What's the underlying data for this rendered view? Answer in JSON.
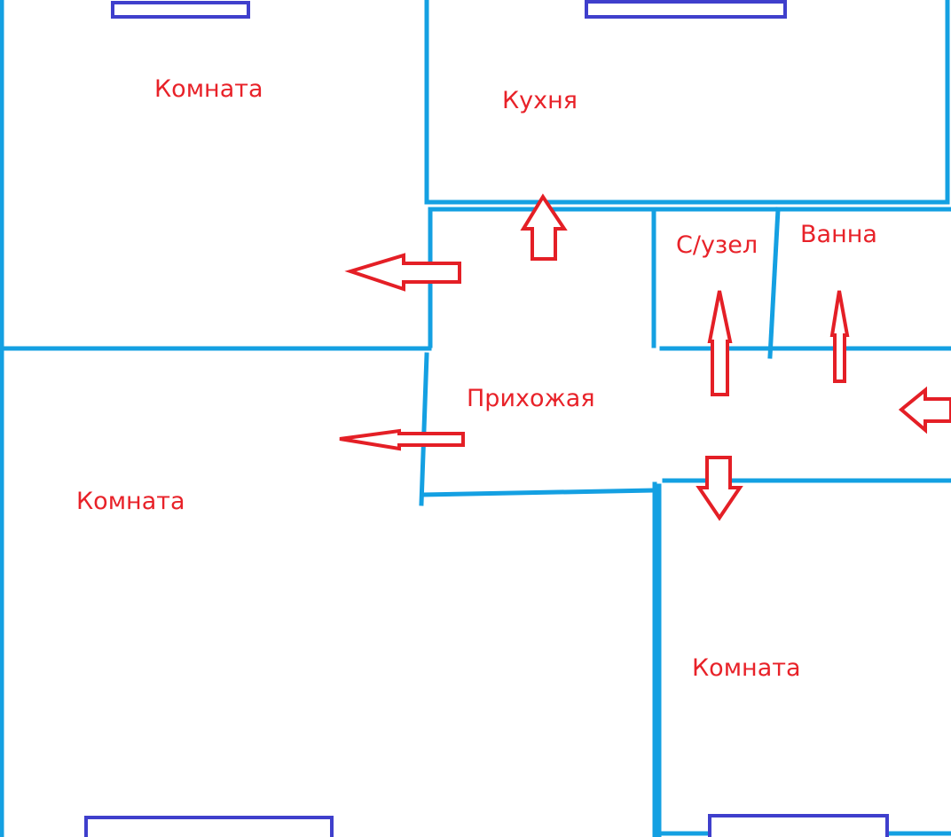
{
  "rooms": {
    "room_top_left": "Комната",
    "kitchen": "Кухня",
    "toilet": "С/узел",
    "bath": "Ванна",
    "hallway": "Прихожая",
    "room_left": "Комната",
    "room_bottom_right": "Комната"
  },
  "colors": {
    "wall": "#14a0e2",
    "window": "#3f3fcc",
    "arrow": "#e41f26",
    "label": "#e82229"
  }
}
